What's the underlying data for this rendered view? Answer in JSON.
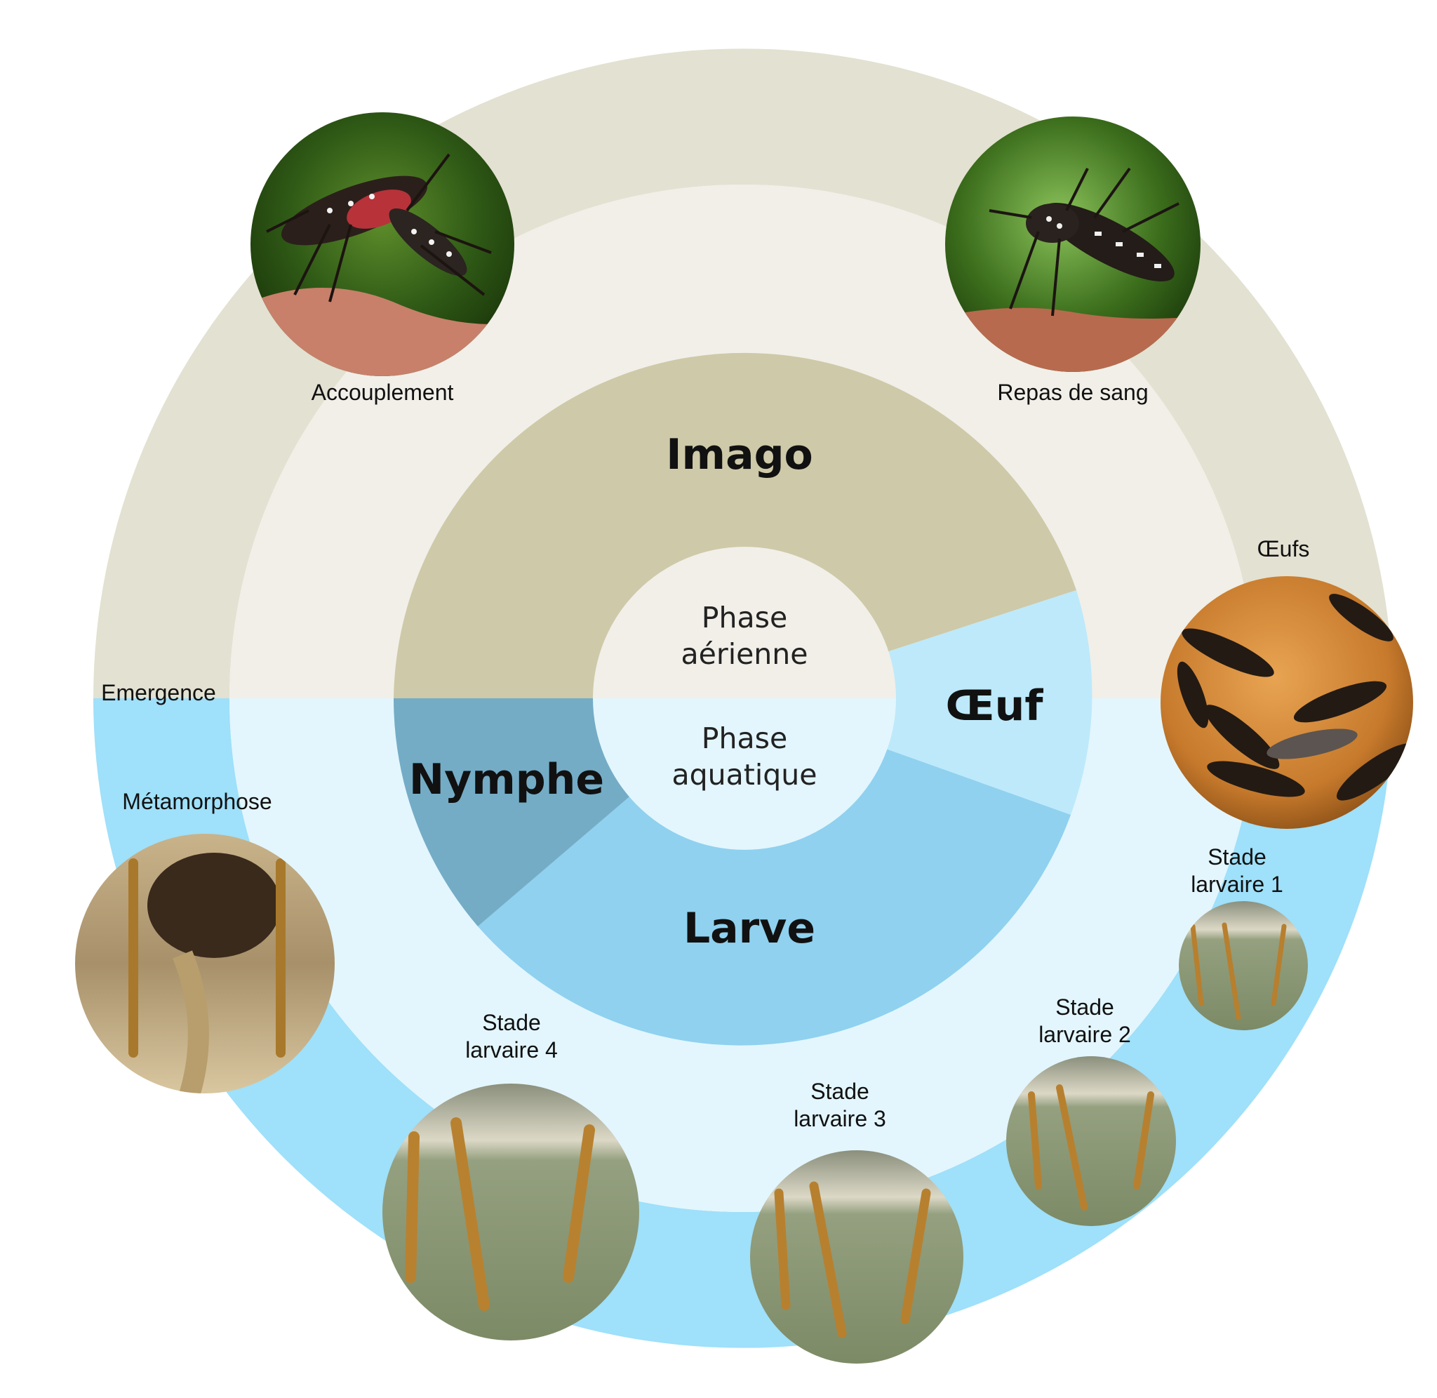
{
  "colors": {
    "outer_air": "#e3e1d1",
    "outer_water": "#9fe0fa",
    "middle_air": "#f1efe8",
    "middle_water": "#e3f6fd",
    "imago": "#cec9a8",
    "oeuf": "#bde9fb",
    "larve": "#8fd1ef",
    "nymphe": "#74acc6",
    "center_air": "#f1efe8",
    "center_water": "#e3f6fd"
  },
  "stages": {
    "imago": "Imago",
    "oeuf": "Œuf",
    "larve": "Larve",
    "nymphe": "Nymphe"
  },
  "center": {
    "air": [
      "Phase",
      "aérienne"
    ],
    "water": [
      "Phase",
      "aquatique"
    ]
  },
  "labels": {
    "accouplement": "Accouplement",
    "repas": "Repas de sang",
    "oeufs": "Œufs",
    "emergence": "Emergence",
    "metamorphose": "Métamorphose",
    "stade1": [
      "Stade",
      "larvaire 1"
    ],
    "stade2": [
      "Stade",
      "larvaire 2"
    ],
    "stade3": [
      "Stade",
      "larvaire 3"
    ],
    "stade4": [
      "Stade",
      "larvaire 4"
    ]
  },
  "photos": {
    "accouplement": "mosquito-mating-photo",
    "repas": "mosquito-blood-meal-photo",
    "oeufs": "mosquito-eggs-photo",
    "stade1": "larva-stage-1-photo",
    "stade2": "larva-stage-2-photo",
    "stade3": "larva-stage-3-photo",
    "stade4": "larva-stage-4-photo",
    "metamorphose": "pupa-metamorphosis-photo"
  }
}
